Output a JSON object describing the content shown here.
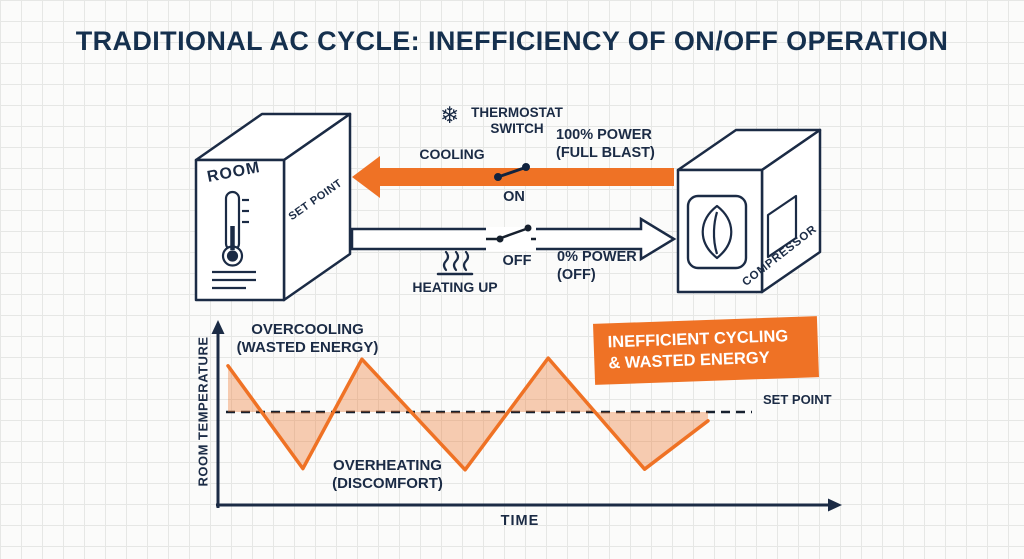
{
  "title": "TRADITIONAL AC CYCLE: INEFFICIENCY OF ON/OFF OPERATION",
  "colors": {
    "orange": "#EF7225",
    "navy": "#1B2B45"
  },
  "icons": {
    "snowflake": "❄"
  },
  "flow": {
    "room_label": "ROOM",
    "room_set_point_label": "SET POINT",
    "compressor_label": "COMPRESSOR",
    "thermostat_line1": "THERMOSTAT",
    "thermostat_line2": "SWITCH",
    "cooling_label": "COOLING",
    "on_label": "ON",
    "on_power_line1": "100% POWER",
    "on_power_line2": "(FULL BLAST)",
    "heating_label": "HEATING UP",
    "off_label": "OFF",
    "off_power_line1": "0% POWER",
    "off_power_line2": "(OFF)"
  },
  "graph": {
    "ylabel": "ROOM TEMPERATURE",
    "xlabel": "TIME",
    "set_point_label": "SET POINT",
    "overcooling_line1": "OVERCOOLING",
    "overcooling_line2": "(WASTED ENERGY)",
    "overheating_line1": "OVERHEATING",
    "overheating_line2": "(DISCOMFORT)",
    "badge_line1": "INEFFICIENT CYCLING",
    "badge_line2": "& WASTED ENERGY"
  },
  "chart_data": {
    "type": "line",
    "xlabel": "TIME",
    "ylabel": "ROOM TEMPERATURE",
    "baseline": {
      "label": "SET POINT",
      "value": 0
    },
    "series": [
      {
        "name": "room-temperature",
        "units": "relative to set point",
        "points": [
          [
            0,
            0.84
          ],
          [
            0.156,
            -1.03
          ],
          [
            0.279,
            0.96
          ],
          [
            0.494,
            -1.05
          ],
          [
            0.667,
            0.98
          ],
          [
            0.868,
            -1.04
          ],
          [
            1,
            -0.16
          ]
        ]
      }
    ],
    "annotations": [
      "OVERCOOLING (WASTED ENERGY)",
      "OVERHEATING (DISCOMFORT)",
      "INEFFICIENT CYCLING & WASTED ENERGY",
      "SET POINT"
    ],
    "legend": false,
    "grid": false
  }
}
